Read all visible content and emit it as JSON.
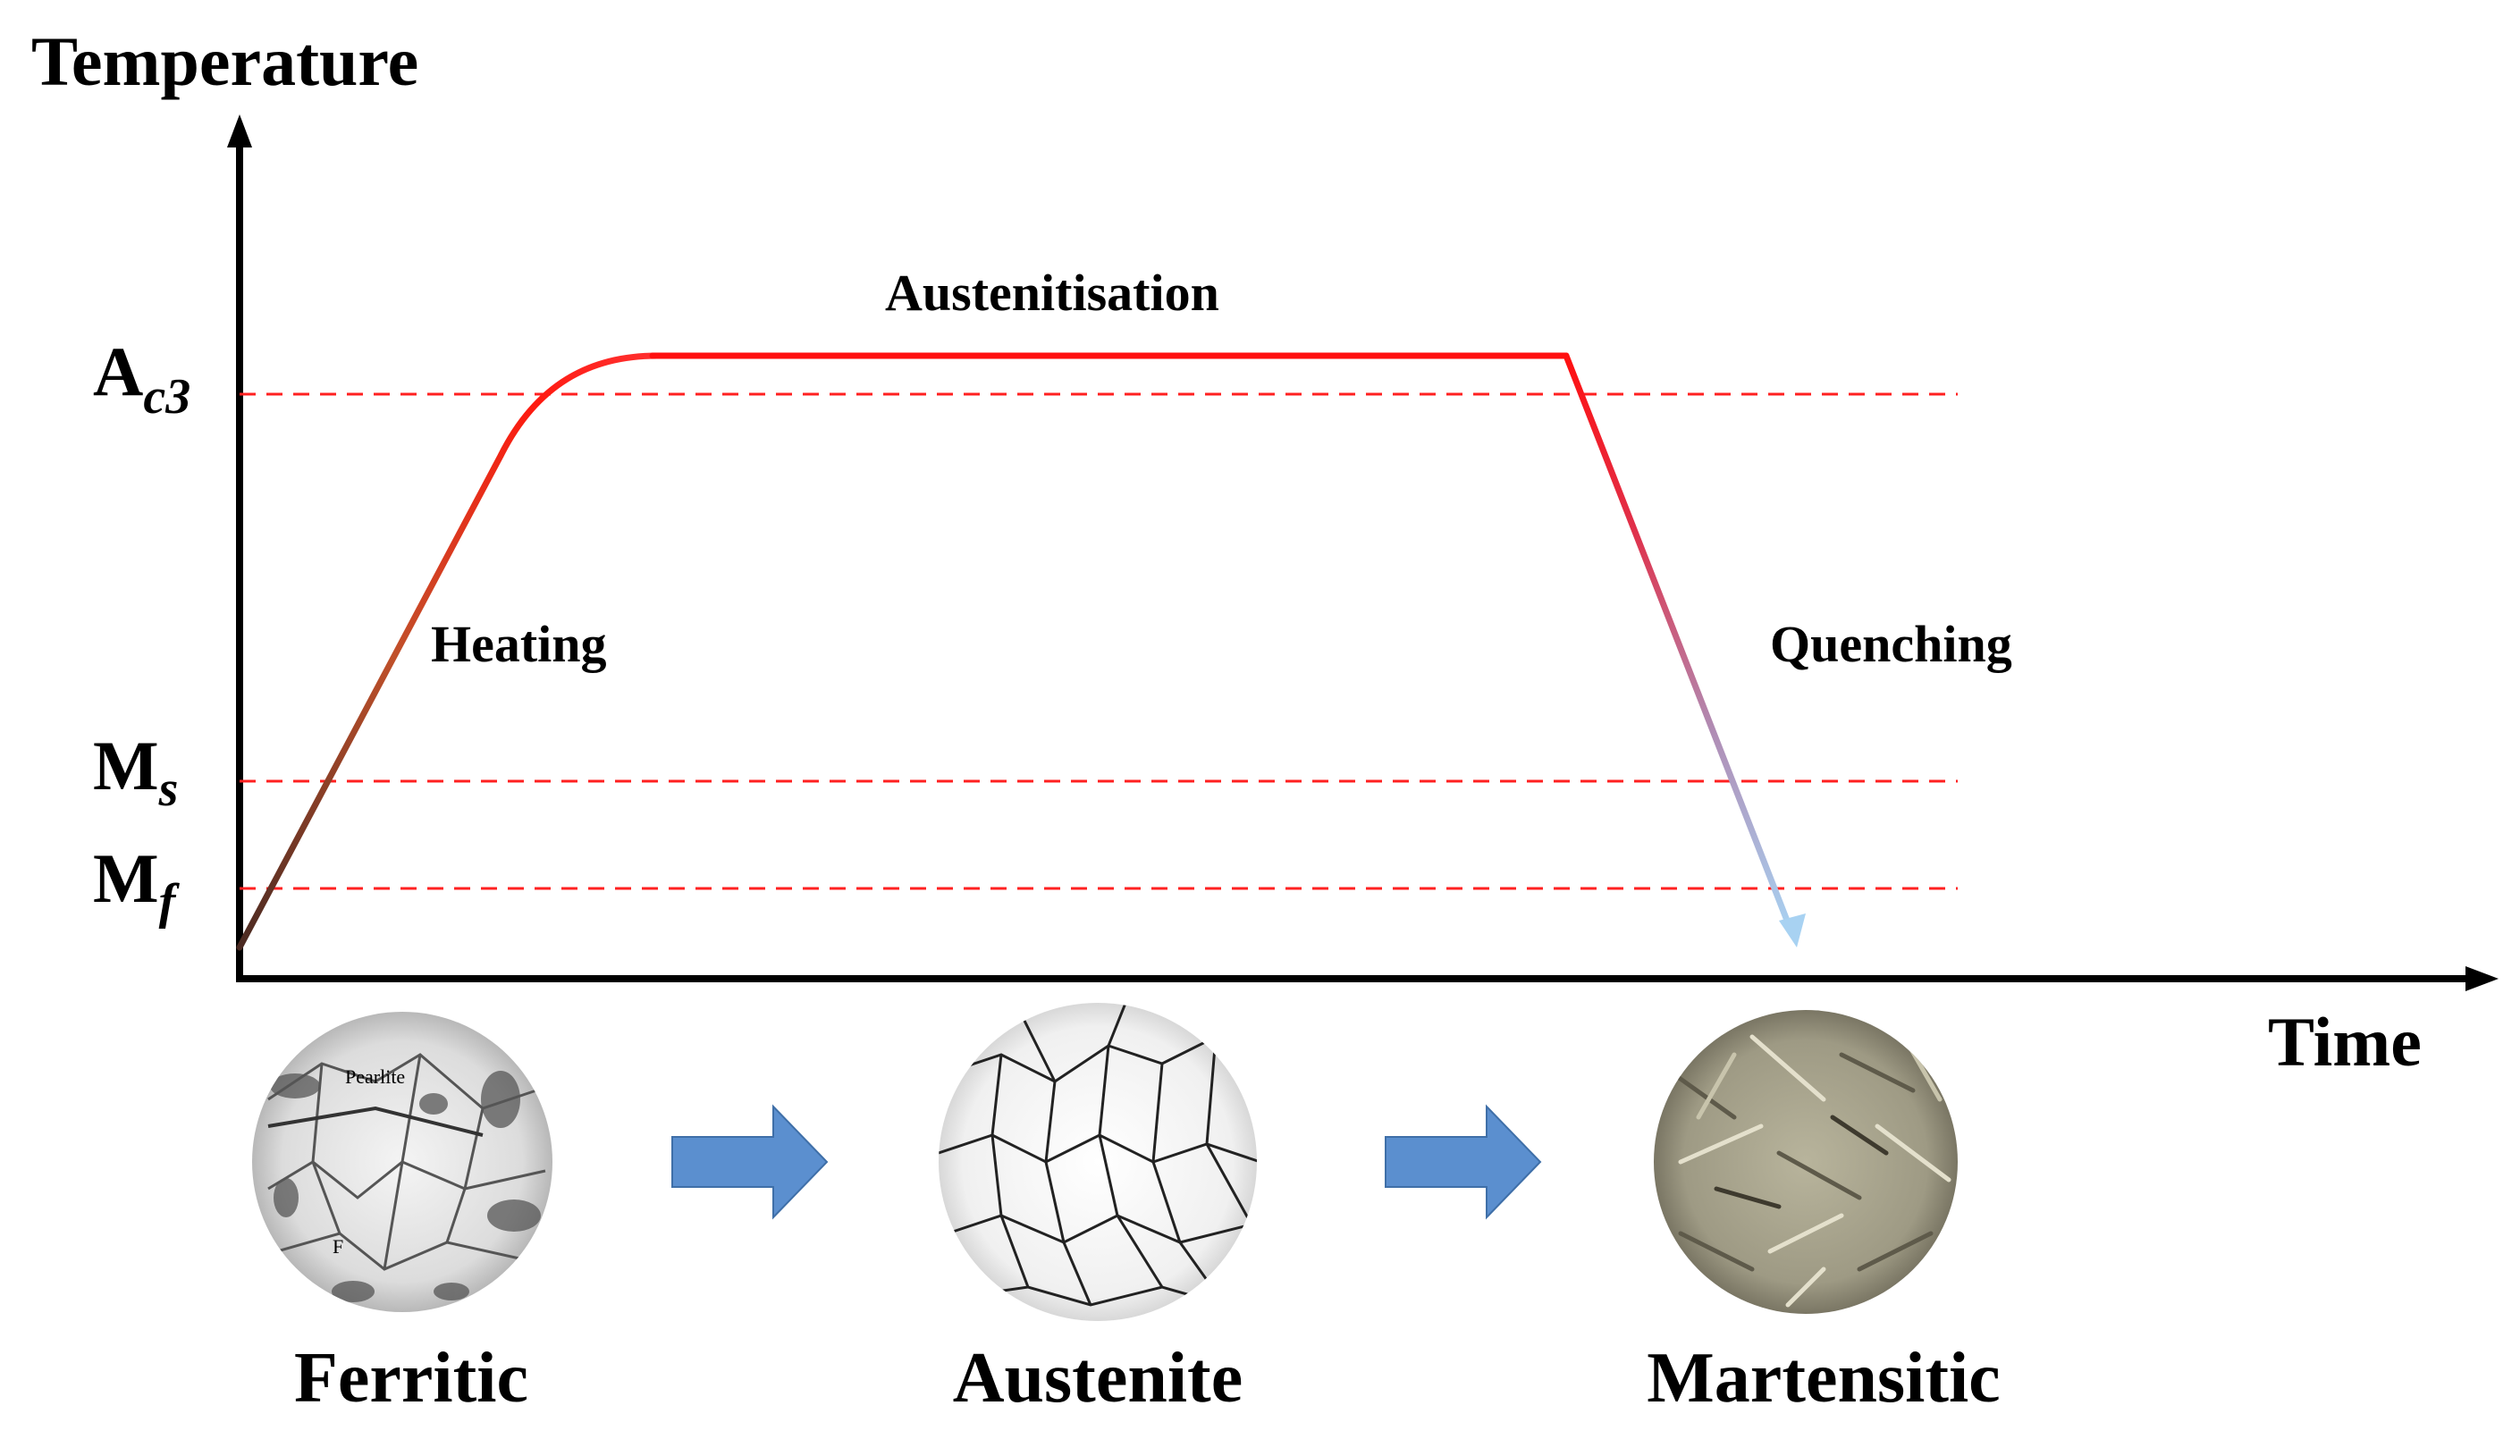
{
  "axes": {
    "y_label": "Temperature",
    "x_label": "Time"
  },
  "levels": [
    {
      "id": "ac3",
      "main": "A",
      "sub": "c3"
    },
    {
      "id": "ms",
      "main": "M",
      "sub": "s"
    },
    {
      "id": "mf",
      "main": "M",
      "sub": "f"
    }
  ],
  "stages": {
    "heating": "Heating",
    "austenitisation": "Austenitisation",
    "quenching": "Quenching"
  },
  "microstructures": [
    {
      "id": "ferritic",
      "label": "Ferritic",
      "inset_labels": [
        "Pearlite",
        "F"
      ]
    },
    {
      "id": "austenite",
      "label": "Austenite"
    },
    {
      "id": "martensitic",
      "label": "Martensitic"
    }
  ],
  "colors": {
    "curve_hot": "#ff1010",
    "curve_start": "#4a2a22",
    "curve_cool": "#a8d2f2",
    "threshold_line": "#ff2020",
    "arrow_fill": "#5b8fcf",
    "axis": "#000000"
  }
}
